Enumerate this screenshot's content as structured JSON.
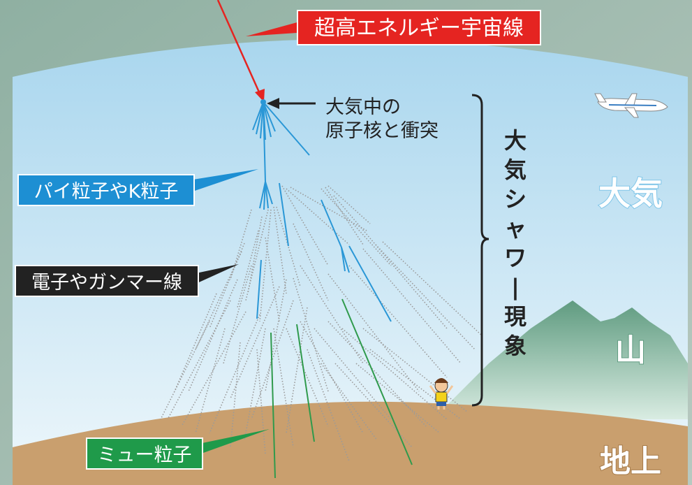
{
  "labels": {
    "cosmic_ray": "超高エネルギー宇宙線",
    "collision_line1": "大気中の",
    "collision_line2": "原子核と衝突",
    "pions_kaons": "パイ粒子やK粒子",
    "electrons_gamma": "電子やガンマー線",
    "muons": "ミュー粒子",
    "air_shower": "大気シャワー現象",
    "atmosphere": "大気",
    "mountain": "山",
    "ground": "地上"
  },
  "colors": {
    "sky_top": "#a9d6ee",
    "sky_bottom": "#e7f4fb",
    "ground": "#c99f6e",
    "mountain": "#6ea58a",
    "cosmic_ray_tag": "#e52421",
    "pion_tag": "#1d8fd3",
    "electron_tag": "#222222",
    "muon_tag": "#1f9a4a",
    "pion_track": "#2a97d6",
    "muon_track": "#2f9a4c"
  },
  "icons": {
    "airplane": "airplane-icon",
    "observer": "child-figure-icon"
  }
}
